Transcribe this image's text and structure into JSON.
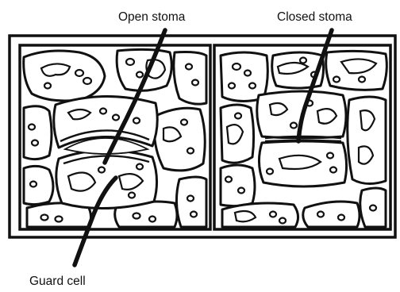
{
  "labels": {
    "open_stoma": "Open stoma",
    "closed_stoma": "Closed stoma",
    "guard_cell": "Guard cell"
  },
  "colors": {
    "ink": "#111111",
    "paper": "#ffffff"
  }
}
